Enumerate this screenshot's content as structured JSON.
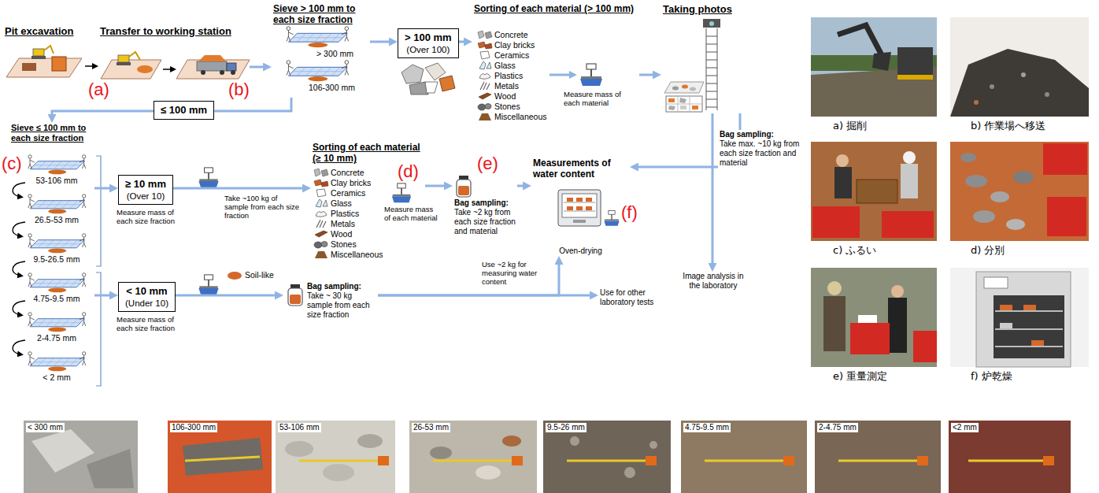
{
  "diagram": {
    "nodes": [
      {
        "text": [
          "Pit excavation"
        ]
      },
      {
        "text": [
          "Transfer to working station"
        ]
      },
      {
        "text": [
          "Sieve > 100 mm to each size fraction"
        ]
      },
      {
        "text": [
          "> 100 mm",
          "(Over 100)"
        ]
      },
      {
        "text": [
          "Sorting of each material (> 100 mm)"
        ]
      },
      {
        "text": [
          "Taking photos"
        ]
      },
      {
        "text": [
          "≤ 100 mm"
        ]
      },
      {
        "text": [
          "Sieve ≤ 100 mm to each size fraction"
        ]
      },
      {
        "text": [
          "≥ 10 mm",
          "(Over 10)"
        ]
      },
      {
        "text": [
          "Sorting of each material (≥ 10 mm)"
        ]
      },
      {
        "text": [
          "Bag sampling:",
          "Take ~2 kg from each size fraction and material"
        ]
      },
      {
        "text": [
          "Measurements of water content",
          "Oven-drying"
        ]
      },
      {
        "text": [
          "< 10 mm",
          "(Under 10)"
        ]
      },
      {
        "text": [
          "Bag sampling:",
          "Take ~ 30 kg sample from each size fraction"
        ]
      },
      {
        "text": [
          "Image analysis in the laboratory"
        ]
      },
      {
        "text": [
          "Use for other laboratory tests"
        ]
      },
      {
        "text": [
          "Bag sampling:",
          "Take max. ~10 kg from each size fraction and material"
        ]
      }
    ],
    "edges": [
      {
        "from": 0,
        "to": 1,
        "arrow": "to"
      },
      {
        "from": 1,
        "to": 2,
        "arrow": "to"
      },
      {
        "from": 2,
        "to": 3,
        "arrow": "to"
      },
      {
        "from": 3,
        "to": 4,
        "arrow": "to"
      },
      {
        "from": 4,
        "to": 5,
        "arrow": "to"
      },
      {
        "from": 2,
        "to": 6,
        "arrow": "none"
      },
      {
        "from": 6,
        "to": 7,
        "arrow": "to"
      },
      {
        "from": 7,
        "to": 8,
        "arrow": "to"
      },
      {
        "from": 8,
        "to": 9,
        "arrow": "to"
      },
      {
        "from": 9,
        "to": 10,
        "arrow": "to"
      },
      {
        "from": 10,
        "to": 11,
        "arrow": "to"
      },
      {
        "from": 7,
        "to": 12,
        "arrow": "to"
      },
      {
        "from": 12,
        "to": 13,
        "arrow": "to"
      },
      {
        "from": 13,
        "to": 11,
        "label": "Use ~2 kg for measuring water content",
        "arrow": "to"
      },
      {
        "from": 13,
        "to": 15,
        "arrow": "to"
      },
      {
        "from": 5,
        "to": 16,
        "arrow": "none"
      },
      {
        "from": 16,
        "to": 11,
        "arrow": "to"
      },
      {
        "from": 5,
        "to": 14,
        "arrow": "to"
      }
    ],
    "labels": [
      "> 300 mm",
      "106-300 mm",
      "Concrete",
      "Clay bricks",
      "Ceramics",
      "Glass",
      "Plastics",
      "Metals",
      "Wood",
      "Stones",
      "Miscellaneous",
      "Measure mass of each material",
      "53-106 mm",
      "26.5-53 mm",
      "9.5-26.5 mm",
      "4.75-9.5 mm",
      "2-4.75 mm",
      "< 2 mm",
      "Measure mass of each size fraction",
      "Take ~100 kg of sample from each size fraction",
      "Concrete",
      "Clay bricks",
      "Ceramics",
      "Glass",
      "Plastics",
      "Metals",
      "Wood",
      "Stones",
      "Miscellaneous",
      "Measure mass of each material",
      "Soil-like",
      "Measure mass of each size fraction",
      "(a)",
      "(b)",
      "(c)",
      "(d)",
      "(e)",
      "(f)",
      "a) 掘削",
      "b) 作業場へ移送",
      "c) ふるい",
      "d) 分別",
      "e) 重量測定",
      "f) 炉乾燥",
      "< 300 mm",
      "106-300 mm",
      "53-106 mm",
      "26-53 mm",
      "9.5-26 mm",
      "4.75-9.5 mm",
      "2-4.75 mm",
      "<2 mm"
    ]
  }
}
